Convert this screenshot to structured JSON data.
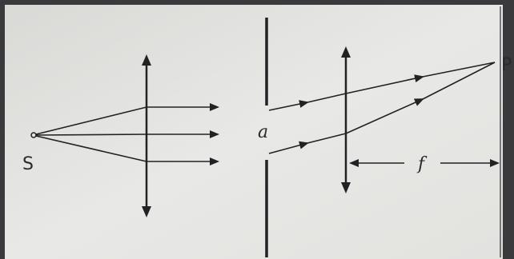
{
  "labels": {
    "source": "S",
    "slit_width": "a",
    "focal_length": "f",
    "screen_point": "P"
  },
  "colors": {
    "paper": "#e6e6e4",
    "ink": "#222224",
    "backdrop": "#3a3a3c"
  }
}
